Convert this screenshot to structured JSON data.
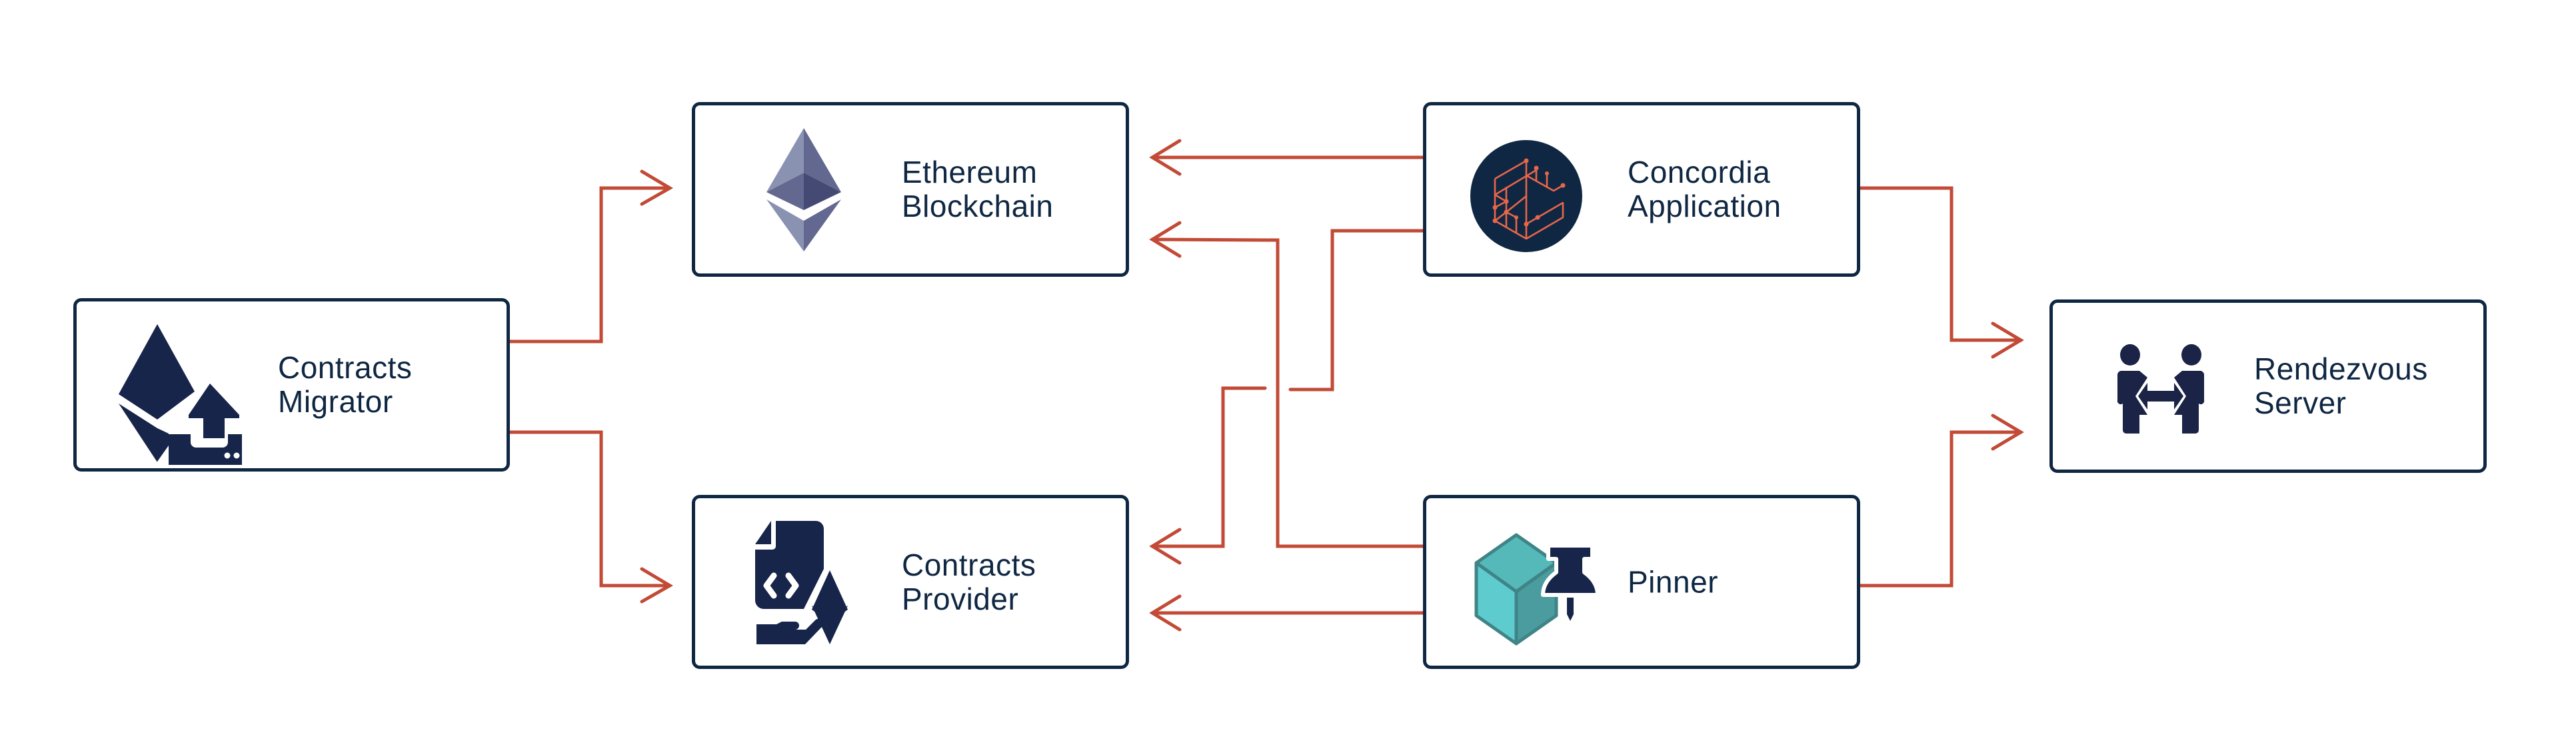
{
  "diagram": {
    "colors": {
      "box_border": "#0f2742",
      "text": "#0f2742",
      "arrow": "#c24a36",
      "icon_dark": "#17254a",
      "ethereum_light": "#8a92b2",
      "ethereum_mid": "#62688f",
      "ethereum_dark": "#454a75",
      "concordia_accent": "#e8664a",
      "cube_top": "#55b8b9",
      "cube_left": "#5ecbcf",
      "cube_right": "#4a9c9e"
    },
    "nodes": [
      {
        "id": "migrator",
        "icon": "ethereum-upload-icon",
        "line1": "Contracts",
        "line2": "Migrator"
      },
      {
        "id": "ethereum",
        "icon": "ethereum-logo-icon",
        "line1": "Ethereum",
        "line2": "Blockchain"
      },
      {
        "id": "provider",
        "icon": "contract-document-hand-icon",
        "line1": "Contracts",
        "line2": "Provider"
      },
      {
        "id": "concordia",
        "icon": "concordia-logo-icon",
        "line1": "Concordia",
        "line2": "Application"
      },
      {
        "id": "pinner",
        "icon": "cube-pushpin-icon",
        "line1": "Pinner",
        "line2": ""
      },
      {
        "id": "rendezvous",
        "icon": "people-exchange-icon",
        "line1": "Rendezvous",
        "line2": "Server"
      }
    ],
    "edges": [
      {
        "from": "Contracts Migrator",
        "to": "Ethereum Blockchain"
      },
      {
        "from": "Contracts Migrator",
        "to": "Contracts Provider"
      },
      {
        "from": "Concordia Application",
        "to": "Ethereum Blockchain"
      },
      {
        "from": "Concordia Application",
        "to": "Contracts Provider"
      },
      {
        "from": "Concordia Application",
        "to": "Rendezvous Server"
      },
      {
        "from": "Pinner",
        "to": "Ethereum Blockchain"
      },
      {
        "from": "Pinner",
        "to": "Contracts Provider"
      },
      {
        "from": "Pinner",
        "to": "Rendezvous Server"
      }
    ]
  }
}
